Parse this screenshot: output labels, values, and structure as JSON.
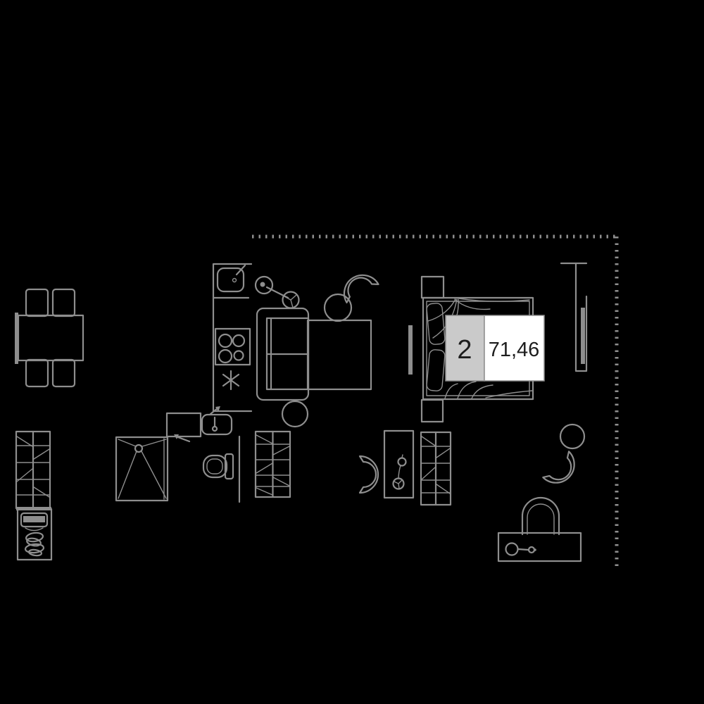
{
  "unit_label": {
    "rooms": "2",
    "area": "71,46"
  },
  "colors": {
    "background": "#000000",
    "line": "#8e8e8e",
    "badge_rooms_bg": "#cacaca",
    "badge_area_bg": "#ffffff",
    "badge_text": "#1d1d1d"
  },
  "boundary": {
    "style": "dashed-outline"
  },
  "furniture": [
    "dining-table",
    "dining-chair",
    "bench",
    "kitchen-counter",
    "kitchen-sink",
    "cooktop",
    "dishwasher-star",
    "bar-stool",
    "sofa",
    "coffee-table",
    "round-stool",
    "lounge-chair",
    "bed",
    "pillow",
    "nightstand",
    "tv-panel",
    "media-cabinet",
    "shower",
    "bathroom-counter",
    "washbasin",
    "mixer-tap",
    "toilet",
    "partition-wall",
    "wardrobe",
    "desk",
    "desk-lamp",
    "desk-chair",
    "side-table",
    "armchair",
    "hallway-cabinet",
    "drawer",
    "plant-scribble"
  ]
}
